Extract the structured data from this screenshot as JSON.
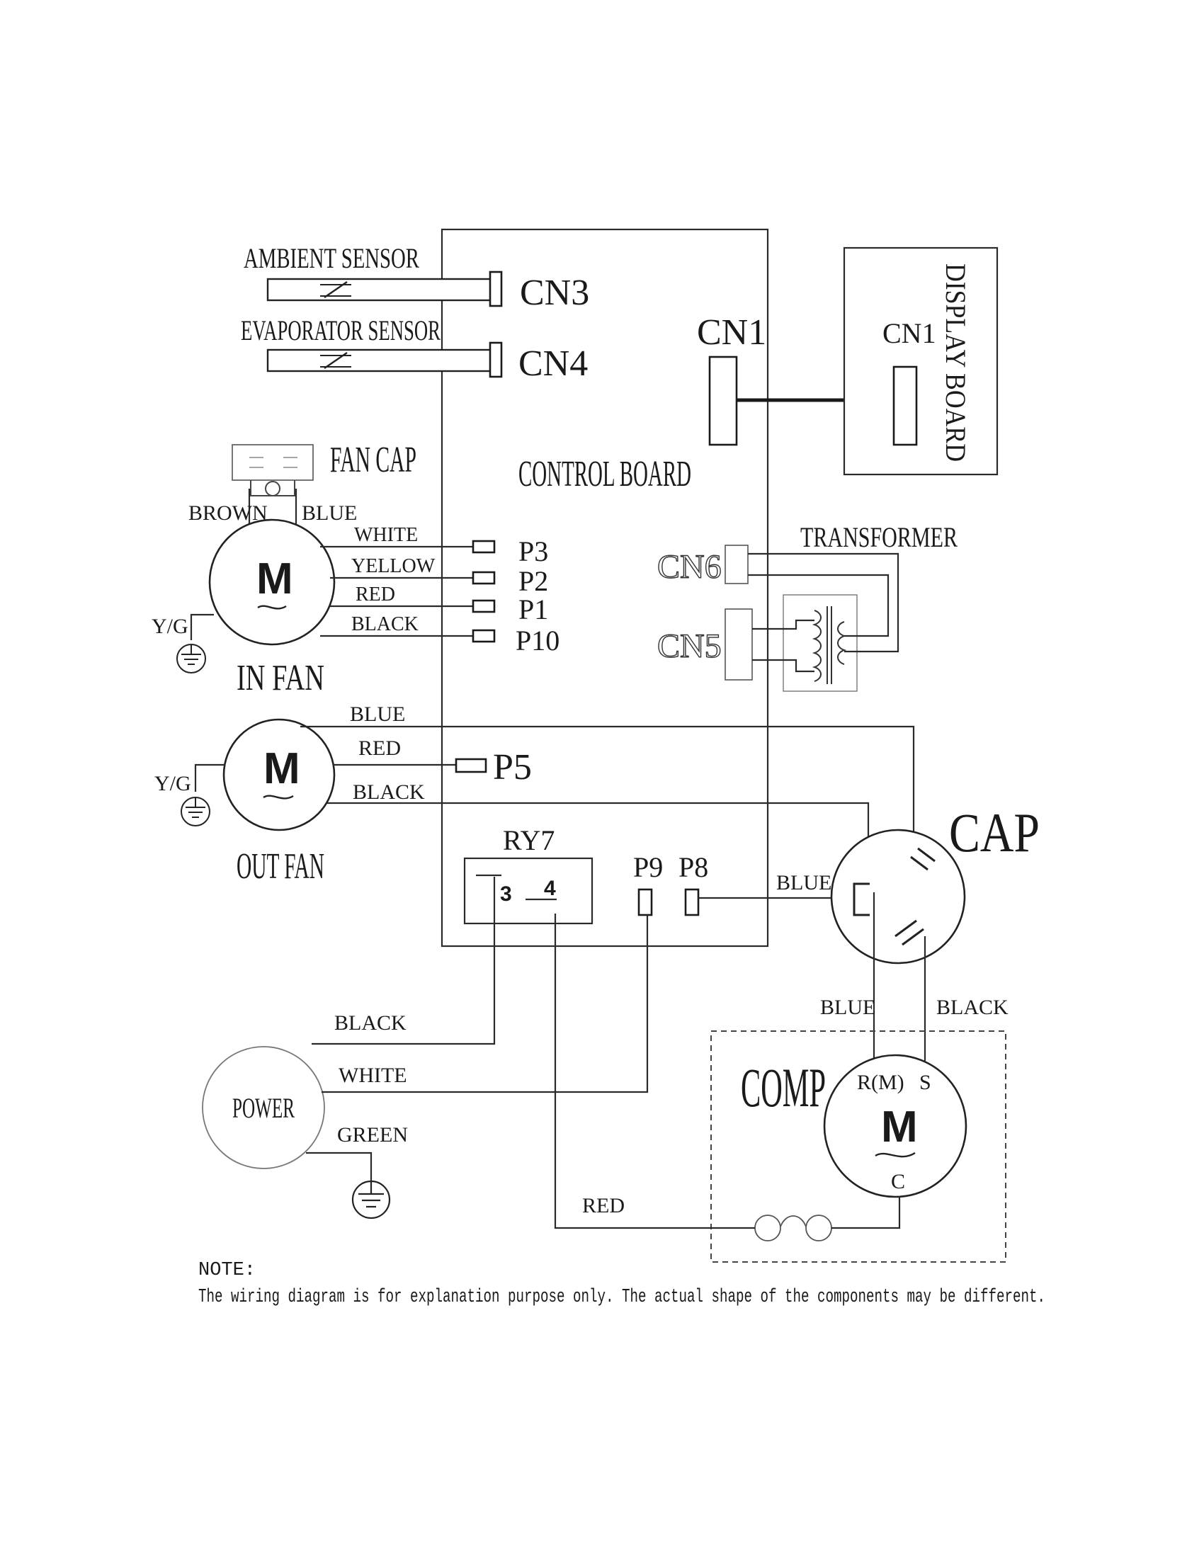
{
  "sensors": {
    "ambient": "AMBIENT SENSOR",
    "evaporator": "EVAPORATOR SENSOR"
  },
  "connectors": {
    "cn3": "CN3",
    "cn4": "CN4",
    "cn1_board": "CN1",
    "cn1_display": "CN1",
    "cn6": "CN6",
    "cn5": "CN5"
  },
  "boards": {
    "control": "CONTROL BOARD",
    "display": "DISPLAY BOARD"
  },
  "fan_cap": {
    "label": "FAN CAP",
    "brown": "BROWN",
    "blue": "BLUE"
  },
  "in_fan": {
    "label": "IN FAN",
    "motor": "M",
    "ground": "Y/G",
    "wires": [
      "WHITE",
      "YELLOW",
      "RED",
      "BLACK"
    ],
    "pins": [
      "P3",
      "P2",
      "P1",
      "P10"
    ]
  },
  "transformer": {
    "label": "TRANSFORMER"
  },
  "out_fan": {
    "label": "OUT FAN",
    "motor": "M",
    "ground": "Y/G",
    "wire_blue": "BLUE",
    "wire_red": "RED",
    "wire_black": "BLACK",
    "pin": "P5"
  },
  "relay": {
    "label": "RY7",
    "pin3": "3",
    "pin4": "4",
    "p9": "P9",
    "p8": "P8",
    "wire_blue": "BLUE"
  },
  "cap": {
    "label": "CAP",
    "wire_blue": "BLUE",
    "wire_black": "BLACK"
  },
  "power": {
    "label": "POWER",
    "wire_black": "BLACK",
    "wire_white": "WHITE",
    "wire_green": "GREEN"
  },
  "comp": {
    "label": "COMP",
    "motor": "M",
    "terminal_r": "R(M)",
    "terminal_s": "S",
    "terminal_c": "C",
    "wire_red": "RED"
  },
  "note": {
    "heading": "NOTE:",
    "text": "The wiring diagram is for explanation purpose only. The actual shape of the components may be different."
  }
}
